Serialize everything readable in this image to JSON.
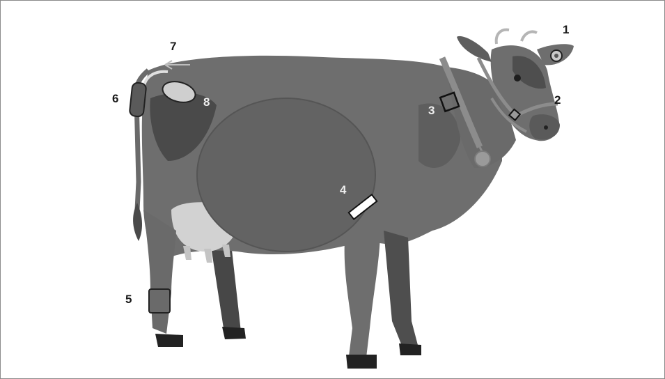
{
  "labels": {
    "l1": "1",
    "l2": "2",
    "l3": "3",
    "l4": "4",
    "l5": "5",
    "l6": "6",
    "l7": "7",
    "l8": "8"
  },
  "colors": {
    "body": "#6e6e6e",
    "dark": "#3f3f3f",
    "light": "#d2d2d2",
    "rumen": "#636363",
    "strap": "#8c8c8c",
    "number": "#1a1a1a",
    "number_light": "#efefef"
  }
}
